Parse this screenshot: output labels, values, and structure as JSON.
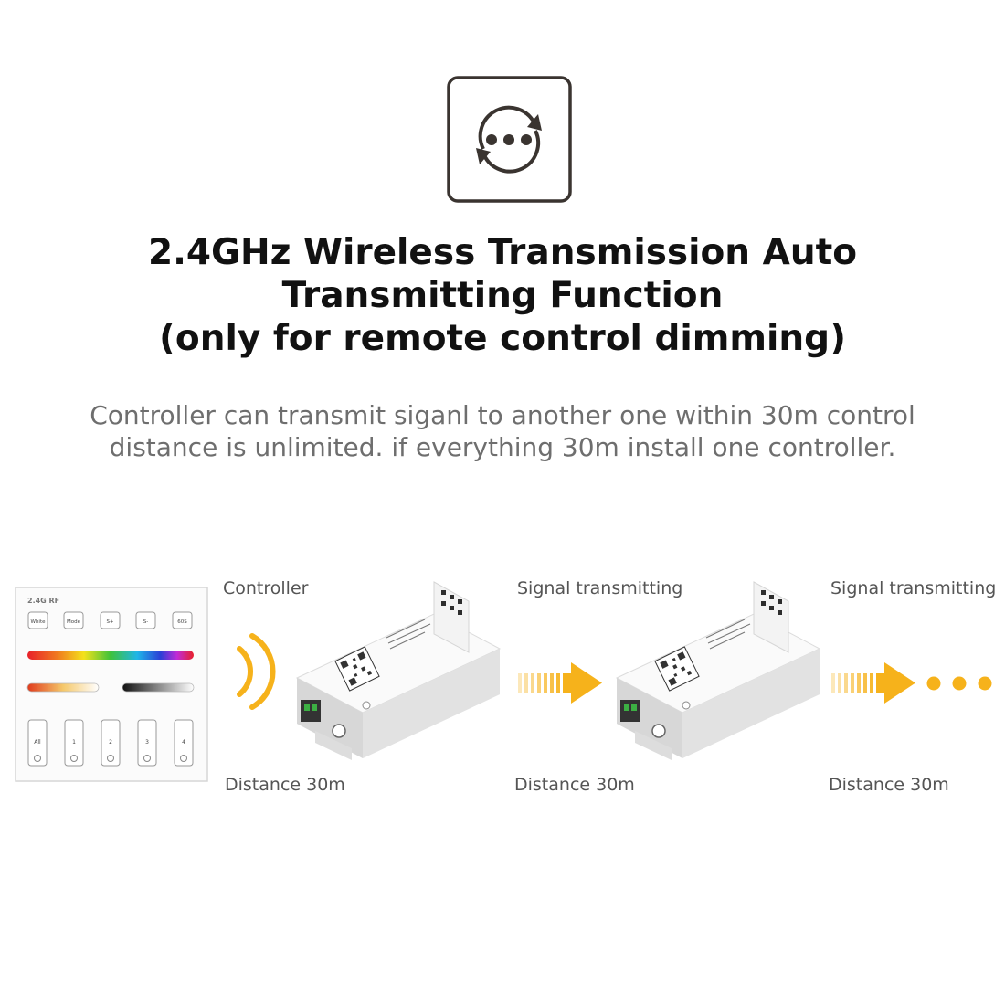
{
  "colors": {
    "accent": "#f6b21b",
    "text_dark": "#111111",
    "text_gray": "#6e6e6e"
  },
  "icons": {
    "hero": "auto-transmit-icon",
    "signal": "wireless-signal-icon",
    "arrow": "transmit-arrow-icon",
    "more": "ellipsis-icon"
  },
  "headline": {
    "line1": "2.4GHz Wireless Transmission  Auto",
    "line2": "Transmitting Function",
    "line3": "(only for remote control dimming)"
  },
  "description": {
    "line1": "Controller can transmit siganl to another one within 30m control",
    "line2": "distance is unlimited. if everything 30m install one controller."
  },
  "remote": {
    "brand": "2.4G RF",
    "buttons": [
      "White",
      "Mode",
      "S+",
      "S-",
      "60S"
    ],
    "zones": [
      "All",
      "1",
      "2",
      "3",
      "4"
    ]
  },
  "diagram": {
    "labels": {
      "controller": "Controller",
      "signal_1": "Signal transmitting",
      "signal_2": "Signal transmitting",
      "distance_1": "Distance 30m",
      "distance_2": "Distance 30m",
      "distance_3": "Distance 30m"
    }
  }
}
